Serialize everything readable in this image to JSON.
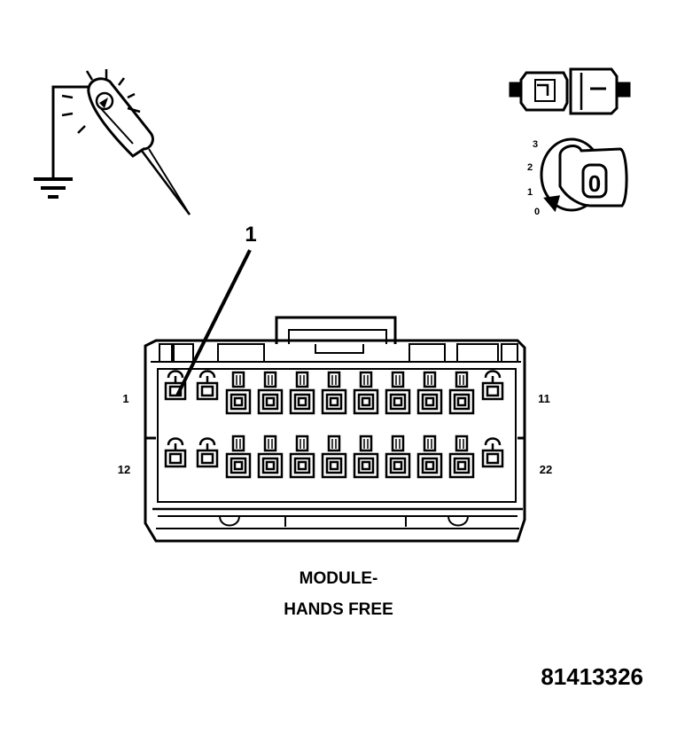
{
  "callout": {
    "number": "1"
  },
  "pins": {
    "top_left": "1",
    "top_right": "11",
    "bottom_left": "12",
    "bottom_right": "22"
  },
  "ignition": {
    "positions": [
      "3",
      "2",
      "1",
      "0"
    ],
    "key_char": "0"
  },
  "caption": {
    "line1": "MODULE-",
    "line2": "HANDS FREE"
  },
  "figure_id": "81413326",
  "icons": [
    "test-probe-icon",
    "ground-icon",
    "connector-icon",
    "ignition-key-icon"
  ]
}
